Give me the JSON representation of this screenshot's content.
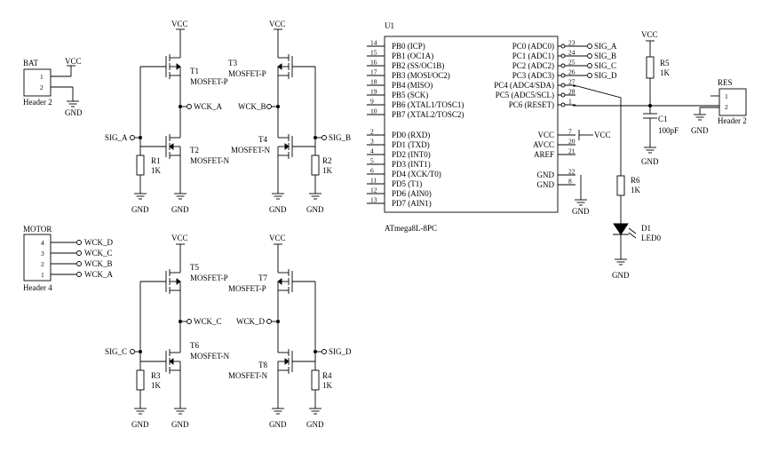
{
  "labels": {
    "vcc": "VCC",
    "gnd": "GND",
    "wck_a": "WCK_A",
    "wck_b": "WCK_B",
    "wck_c": "WCK_C",
    "wck_d": "WCK_D",
    "sig_a": "SIG_A",
    "sig_b": "SIG_B",
    "sig_c": "SIG_C",
    "sig_d": "SIG_D"
  },
  "components": {
    "bat": {
      "name": "BAT",
      "type": "Header 2",
      "pins": [
        "1",
        "2"
      ]
    },
    "motor": {
      "name": "MOTOR",
      "type": "Header 4",
      "pins": [
        "4",
        "3",
        "2",
        "1"
      ]
    },
    "res_header": {
      "name": "RES",
      "type": "Header 2",
      "pins": [
        "1",
        "2"
      ]
    },
    "t1": {
      "ref": "T1",
      "type": "MOSFET-P"
    },
    "t2": {
      "ref": "T2",
      "type": "MOSFET-N"
    },
    "t3": {
      "ref": "T3",
      "type": "MOSFET-P"
    },
    "t4": {
      "ref": "T4",
      "type": "MOSFET-N"
    },
    "t5": {
      "ref": "T5",
      "type": "MOSFET-P"
    },
    "t6": {
      "ref": "T6",
      "type": "MOSFET-N"
    },
    "t7": {
      "ref": "T7",
      "type": "MOSFET-P"
    },
    "t8": {
      "ref": "T8",
      "type": "MOSFET-N"
    },
    "r1": {
      "ref": "R1",
      "value": "1K"
    },
    "r2": {
      "ref": "R2",
      "value": "1K"
    },
    "r3": {
      "ref": "R3",
      "value": "1K"
    },
    "r4": {
      "ref": "R4",
      "value": "1K"
    },
    "r5": {
      "ref": "R5",
      "value": "1K"
    },
    "r6": {
      "ref": "R6",
      "value": "1K"
    },
    "c1": {
      "ref": "C1",
      "value": "100pF"
    },
    "d1": {
      "ref": "D1",
      "value": "LED0"
    }
  },
  "mcu": {
    "ref": "U1",
    "part": "ATmega8L-8PC",
    "left_pins": [
      {
        "num": "14",
        "name": "PB0 (ICP)"
      },
      {
        "num": "15",
        "name": "PB1 (OC1A)"
      },
      {
        "num": "16",
        "name": "PB2 (SS/OC1B)"
      },
      {
        "num": "17",
        "name": "PB3 (MOSI/OC2)"
      },
      {
        "num": "18",
        "name": "PB4 (MISO)"
      },
      {
        "num": "19",
        "name": "PB5 (SCK)"
      },
      {
        "num": "9",
        "name": "PB6 (XTAL1/TOSC1)"
      },
      {
        "num": "10",
        "name": "PB7 (XTAL2/TOSC2)"
      },
      {
        "num": "2",
        "name": "PD0 (RXD)"
      },
      {
        "num": "3",
        "name": "PD1 (TXD)"
      },
      {
        "num": "4",
        "name": "PD2 (INT0)"
      },
      {
        "num": "5",
        "name": "PD3 (INT1)"
      },
      {
        "num": "6",
        "name": "PD4 (XCK/T0)"
      },
      {
        "num": "11",
        "name": "PD5 (T1)"
      },
      {
        "num": "12",
        "name": "PD6 (AIN0)"
      },
      {
        "num": "13",
        "name": "PD7 (AIN1)"
      }
    ],
    "right_pins": [
      {
        "num": "23",
        "name": "PC0 (ADC0)"
      },
      {
        "num": "24",
        "name": "PC1 (ADC1)"
      },
      {
        "num": "25",
        "name": "PC2 (ADC2)"
      },
      {
        "num": "26",
        "name": "PC3 (ADC3)"
      },
      {
        "num": "27",
        "name": "PC4 (ADC4/SDA)"
      },
      {
        "num": "28",
        "name": "PC5 (ADC5/SCL)"
      },
      {
        "num": "1",
        "name": "PC6 (RESET)"
      },
      {
        "num": "7",
        "name": "VCC"
      },
      {
        "num": "20",
        "name": "AVCC"
      },
      {
        "num": "21",
        "name": "AREF"
      },
      {
        "num": "22",
        "name": "GND"
      },
      {
        "num": "8",
        "name": "GND"
      }
    ]
  }
}
